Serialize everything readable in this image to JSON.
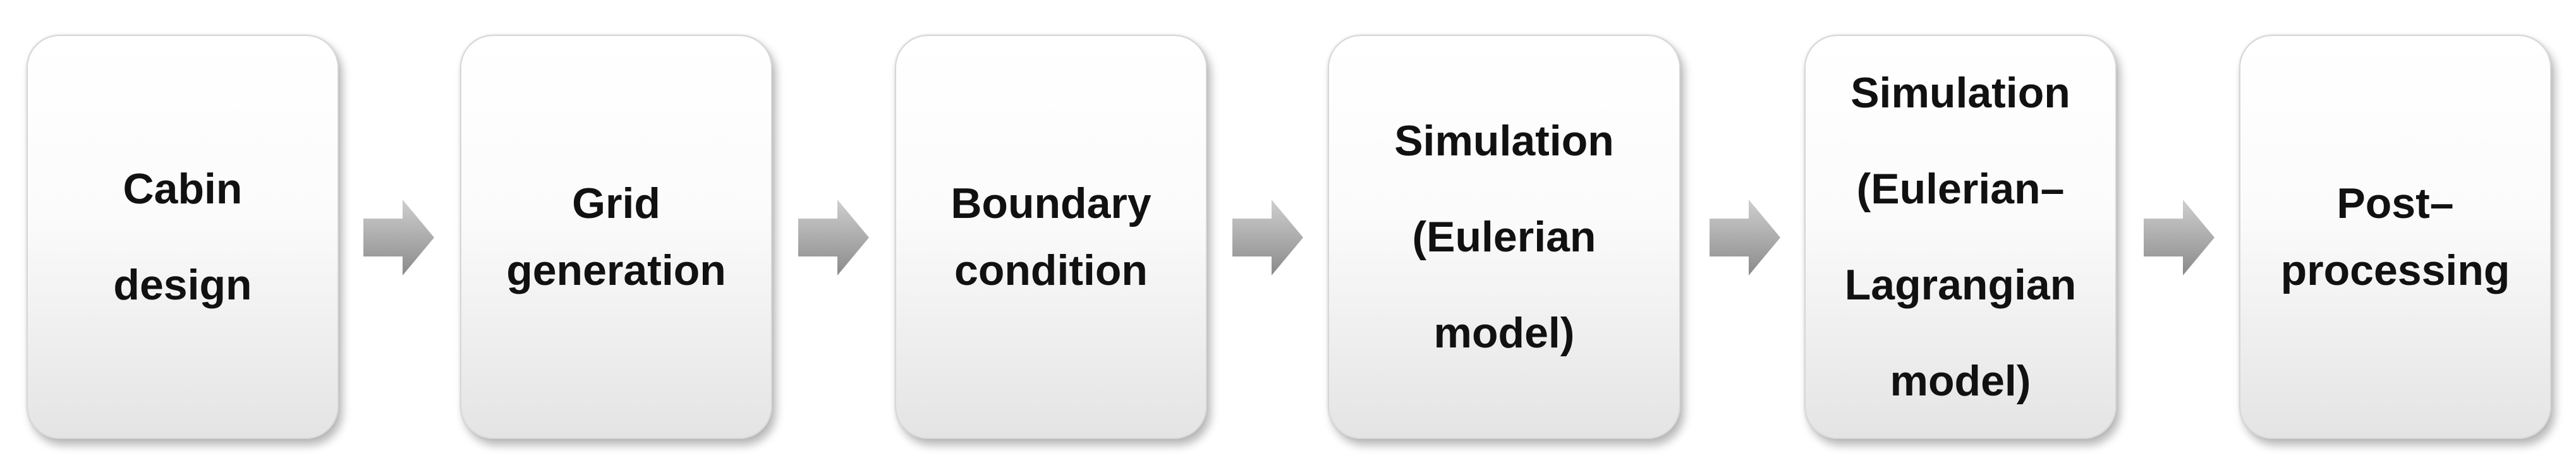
{
  "steps": [
    {
      "label": "Cabin\ndesign"
    },
    {
      "label": "Grid\ngeneration"
    },
    {
      "label": "Boundary\ncondition"
    },
    {
      "label": "Simulation\n(Eulerian\nmodel)"
    },
    {
      "label": "Simulation\n(Eulerian–\nLagrangian\nmodel)"
    },
    {
      "label": "Post–\nprocessing"
    }
  ],
  "arrow_icon": "right-arrow-icon",
  "colors": {
    "box_top": "#ffffff",
    "box_bottom": "#e4e4e4",
    "box_border": "#d6d6d6",
    "arrow_light": "#c8c8c8",
    "arrow_dark": "#8a8a8a",
    "text": "#111111"
  }
}
